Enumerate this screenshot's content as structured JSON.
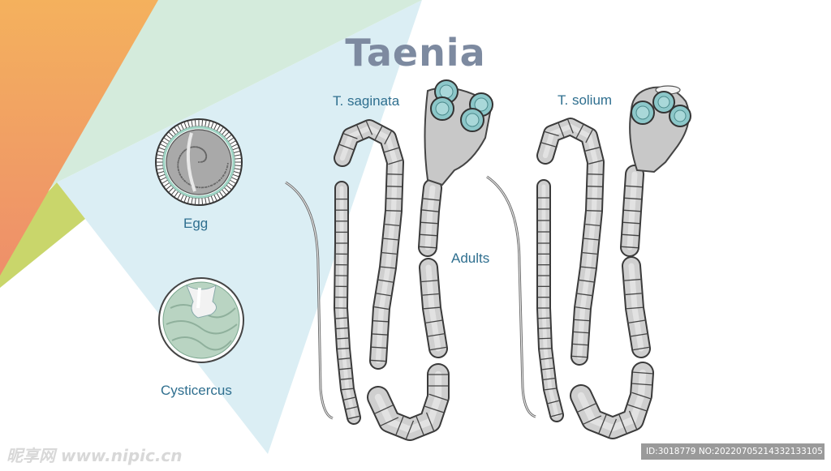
{
  "title": "Taenia",
  "labels": {
    "saginata": "T. saginata",
    "solium": "T. solium",
    "egg": "Egg",
    "cysticercus": "Cysticercus",
    "adults": "Adults"
  },
  "watermark": {
    "left": "昵享网 www.nipic.cn",
    "right": "ID:3018779 NO:20220705214332133105"
  },
  "colors": {
    "orange": "#f2a65c",
    "lime": "#c7d56e",
    "mint": "#cfe8d8",
    "sky": "#d8ecf2",
    "title": "#7d8aa0",
    "label": "#2f6f8f",
    "segment": "#c9c9c9",
    "sucker": "#8cc7c9"
  }
}
